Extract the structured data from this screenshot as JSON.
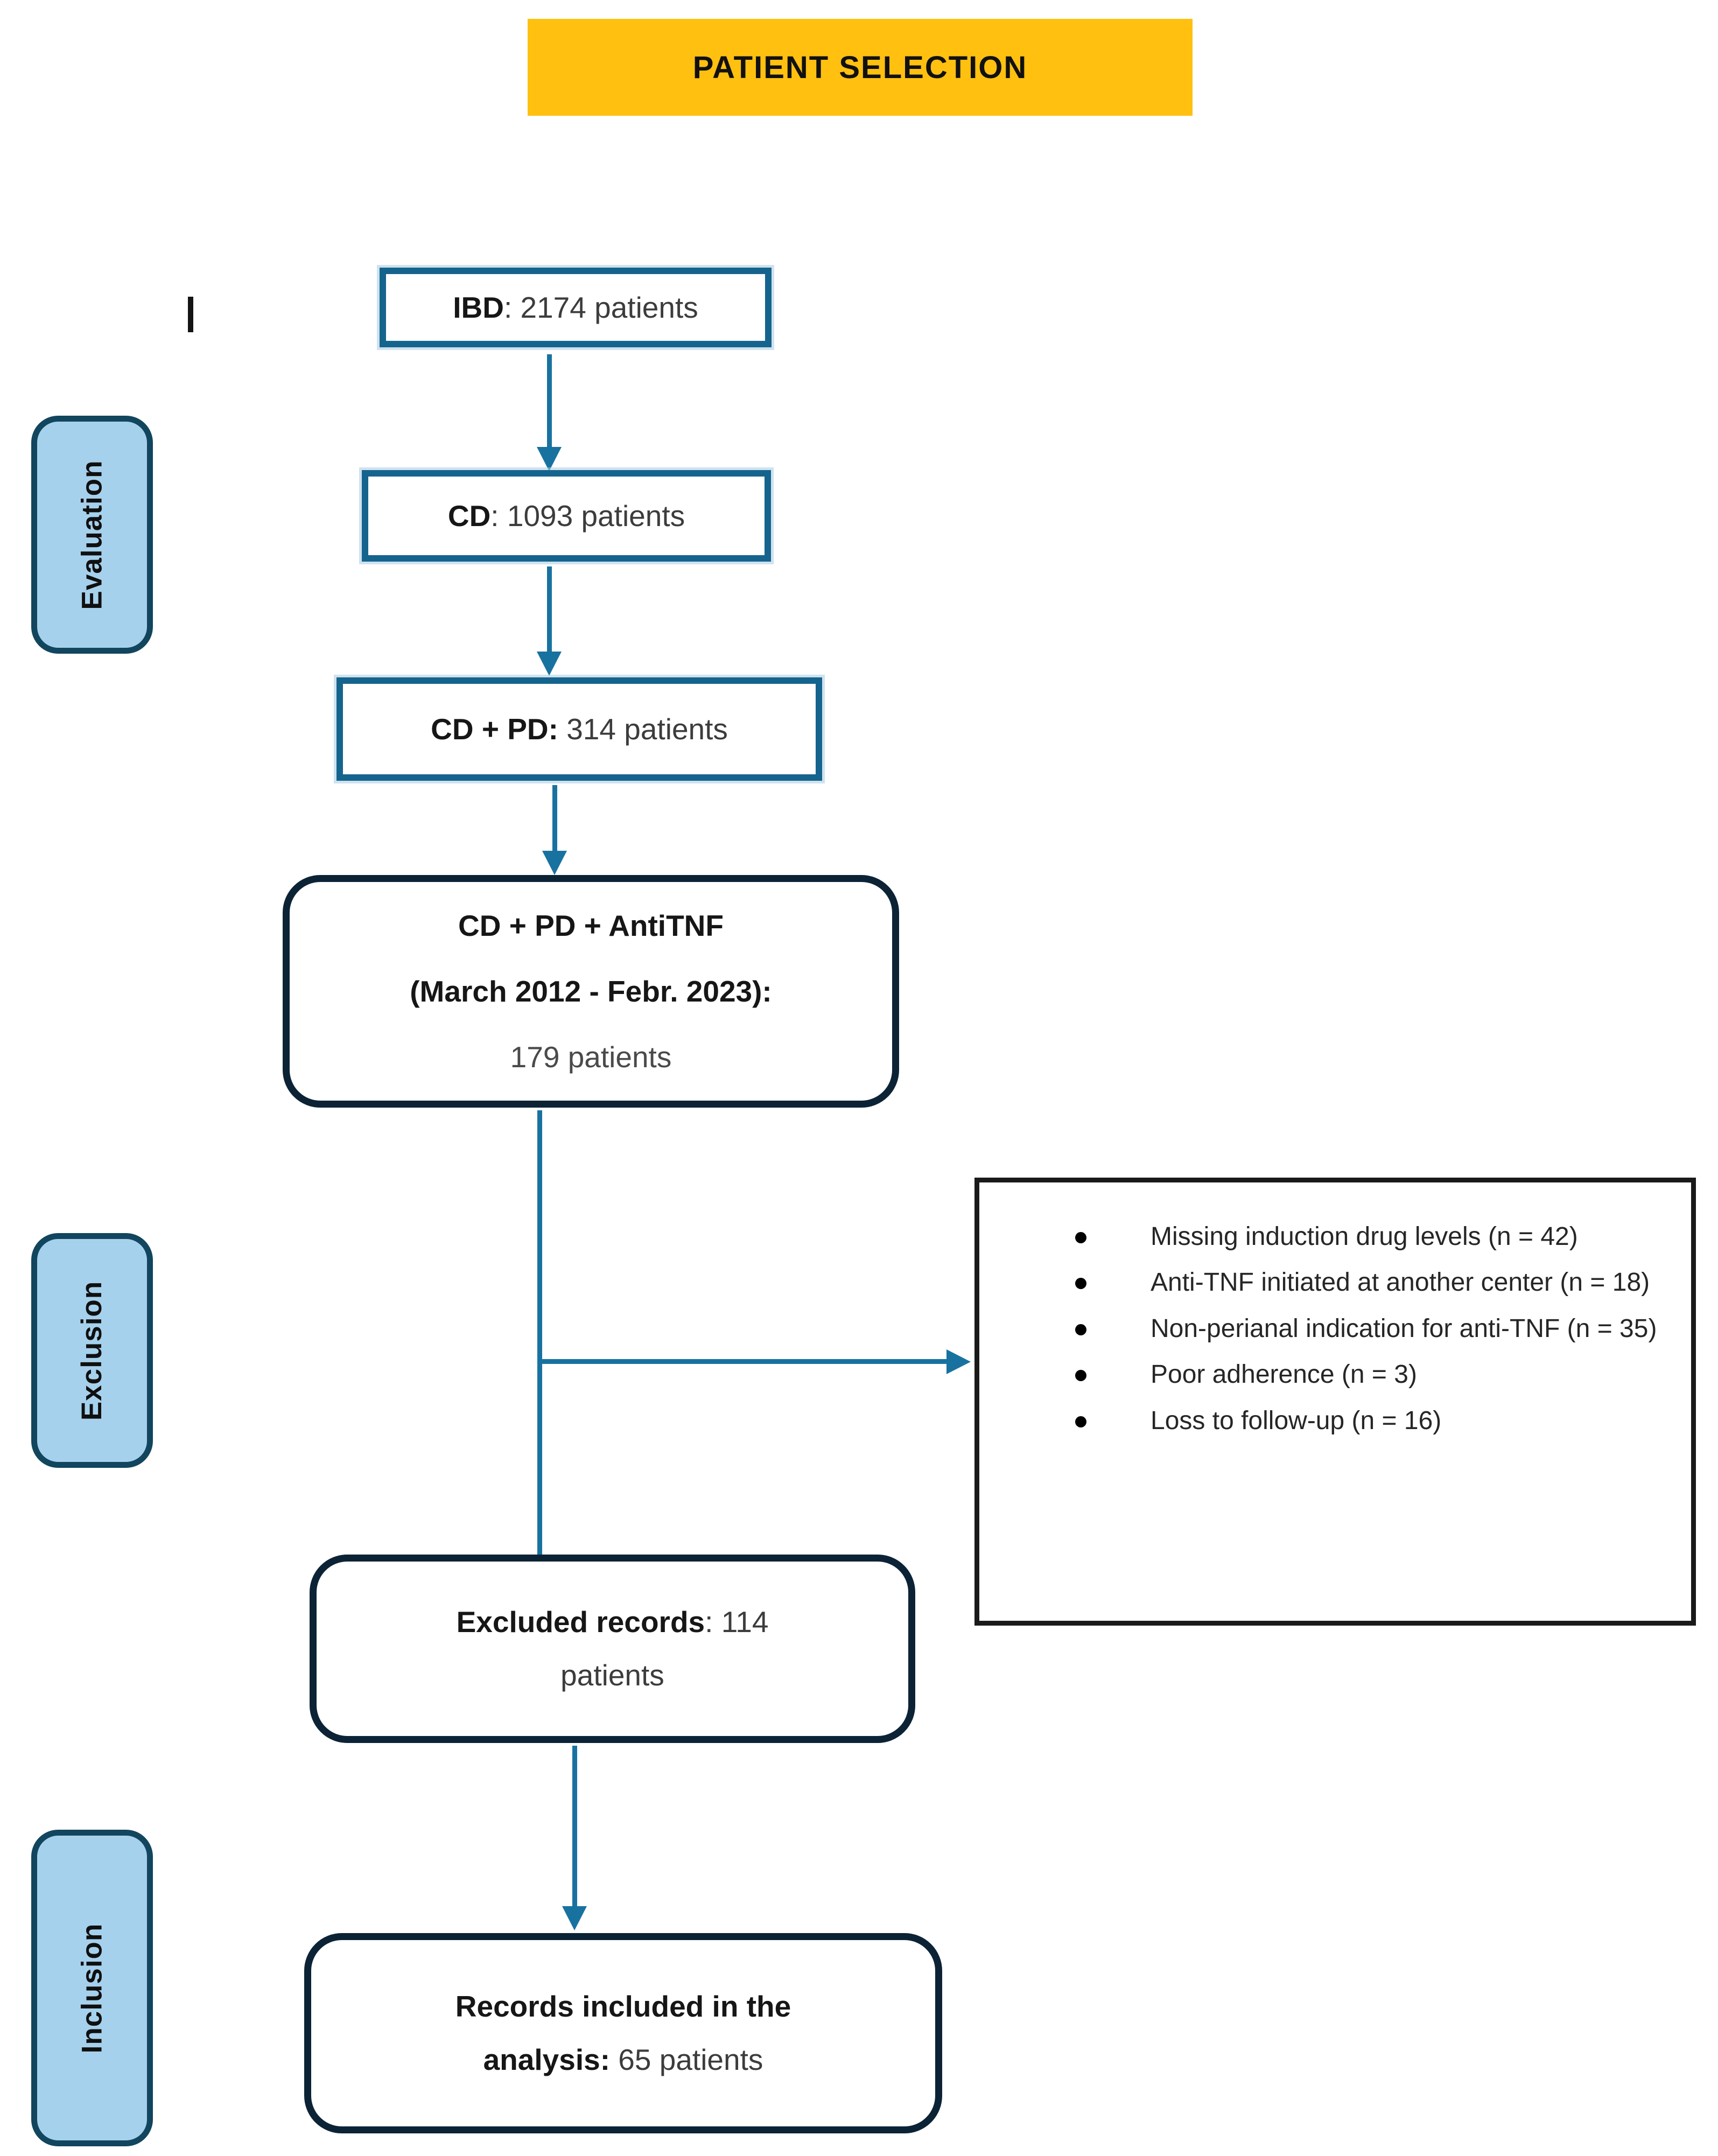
{
  "banner": {
    "label": "PATIENT SELECTION"
  },
  "colors": {
    "banner_bg": "#FFC010",
    "stage_box_border": "#15648E",
    "rounded_box_border": "#0C2336",
    "arrow": "#1872A0",
    "side_label_bg": "#A6D1ED",
    "side_label_border": "#12455E",
    "exclusion_box_border": "#1A1A1A"
  },
  "flow_boxes": {
    "ibd": {
      "bold": "IBD",
      "rest": ": 2174 patients"
    },
    "cd": {
      "bold": "CD",
      "rest": ": 1093 patients"
    },
    "cd_pd": {
      "bold": "CD + PD:",
      "rest": " 314 patients"
    },
    "cd_pd_antitnf": {
      "line1": "CD + PD + AntiTNF",
      "line2": "(March 2012  - Febr. 2023):",
      "line3": "179 patients"
    },
    "excluded": {
      "bold": "Excluded records",
      "rest": ": 114 patients"
    },
    "included": {
      "bold": "Records included in the analysis:",
      "rest": " 65 patients"
    }
  },
  "exclusion_reasons": [
    "Missing induction drug levels (n = 42)",
    "Anti-TNF initiated at another center (n = 18)",
    "Non-perianal indication for anti-TNF (n = 35)",
    "Poor adherence (n = 3)",
    "Loss to follow-up (n = 16)"
  ],
  "side_labels": [
    {
      "label": "Evaluation"
    },
    {
      "label": "Exclusion"
    },
    {
      "label": "Inclusion"
    }
  ]
}
